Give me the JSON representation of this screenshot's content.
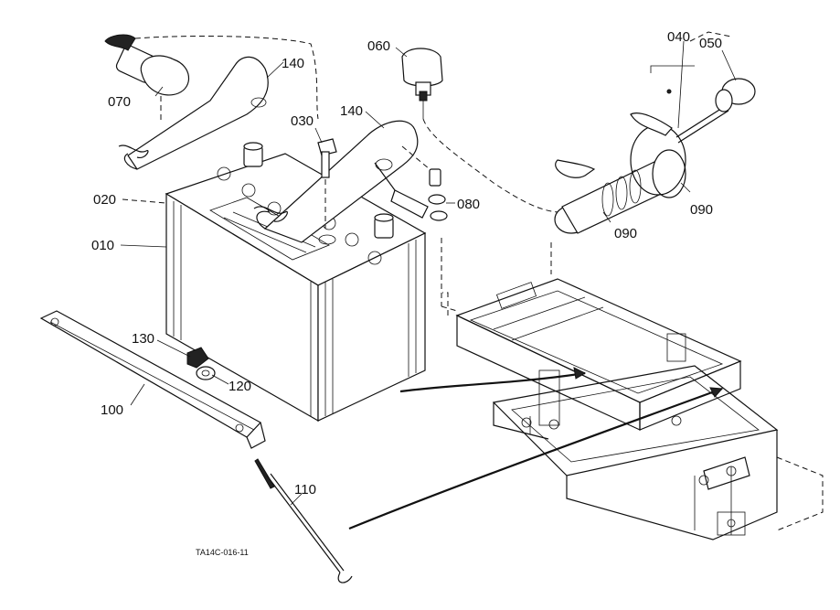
{
  "labels": {
    "p010": "010",
    "p020": "020",
    "p030": "030",
    "p040": "040",
    "p050": "050",
    "p060": "060",
    "p070": "070",
    "p080": "080",
    "p090a": "090",
    "p090b": "090",
    "p100": "100",
    "p110": "110",
    "p120": "120",
    "p130": "130",
    "p140a": "140",
    "p140b": "140"
  },
  "drawing_code": "TA14C-016-11"
}
